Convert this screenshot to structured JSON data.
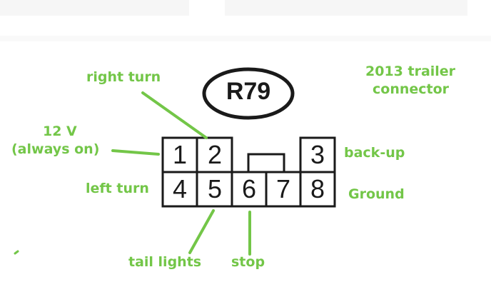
{
  "diagram": {
    "connector_code": "R79",
    "caption": {
      "line1": "2013 trailer",
      "line2": "connector"
    },
    "pins": [
      {
        "number": "1",
        "function": "12 V (always on)"
      },
      {
        "number": "2",
        "function": "right turn"
      },
      {
        "number": "3",
        "function": "back-up"
      },
      {
        "number": "4",
        "function": "left turn"
      },
      {
        "number": "5",
        "function": "tail lights"
      },
      {
        "number": "6",
        "function": "stop"
      },
      {
        "number": "7",
        "function": ""
      },
      {
        "number": "8",
        "function": "Ground"
      }
    ],
    "labels": {
      "right_turn": "right turn",
      "twelve_v_line1": "12 V",
      "twelve_v_line2": "(always on)",
      "back_up": "back-up",
      "left_turn": "left turn",
      "ground": "Ground",
      "tail_lights": "tail lights",
      "stop": "stop"
    },
    "colors": {
      "label_green": "#73c648",
      "outline": "#1a1a1a",
      "background": "#ffffff"
    }
  }
}
